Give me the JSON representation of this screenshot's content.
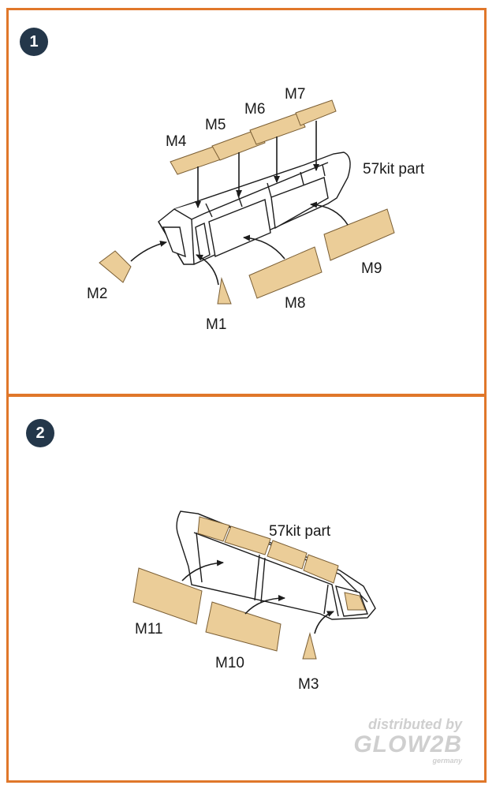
{
  "steps": [
    {
      "number": "1",
      "kit_label": "57kit part",
      "labels": {
        "m1": "M1",
        "m2": "M2",
        "m4": "M4",
        "m5": "M5",
        "m6": "M6",
        "m7": "M7",
        "m8": "M8",
        "m9": "M9"
      }
    },
    {
      "number": "2",
      "kit_label": "57kit part",
      "labels": {
        "m3": "M3",
        "m10": "M10",
        "m11": "M11"
      }
    }
  ],
  "watermark": {
    "line1": "distributed by",
    "line2": "GLOW2B",
    "line3": "germany"
  },
  "colors": {
    "border": "#e0772a",
    "badge": "#24374a",
    "mask": "#ebcd98"
  }
}
